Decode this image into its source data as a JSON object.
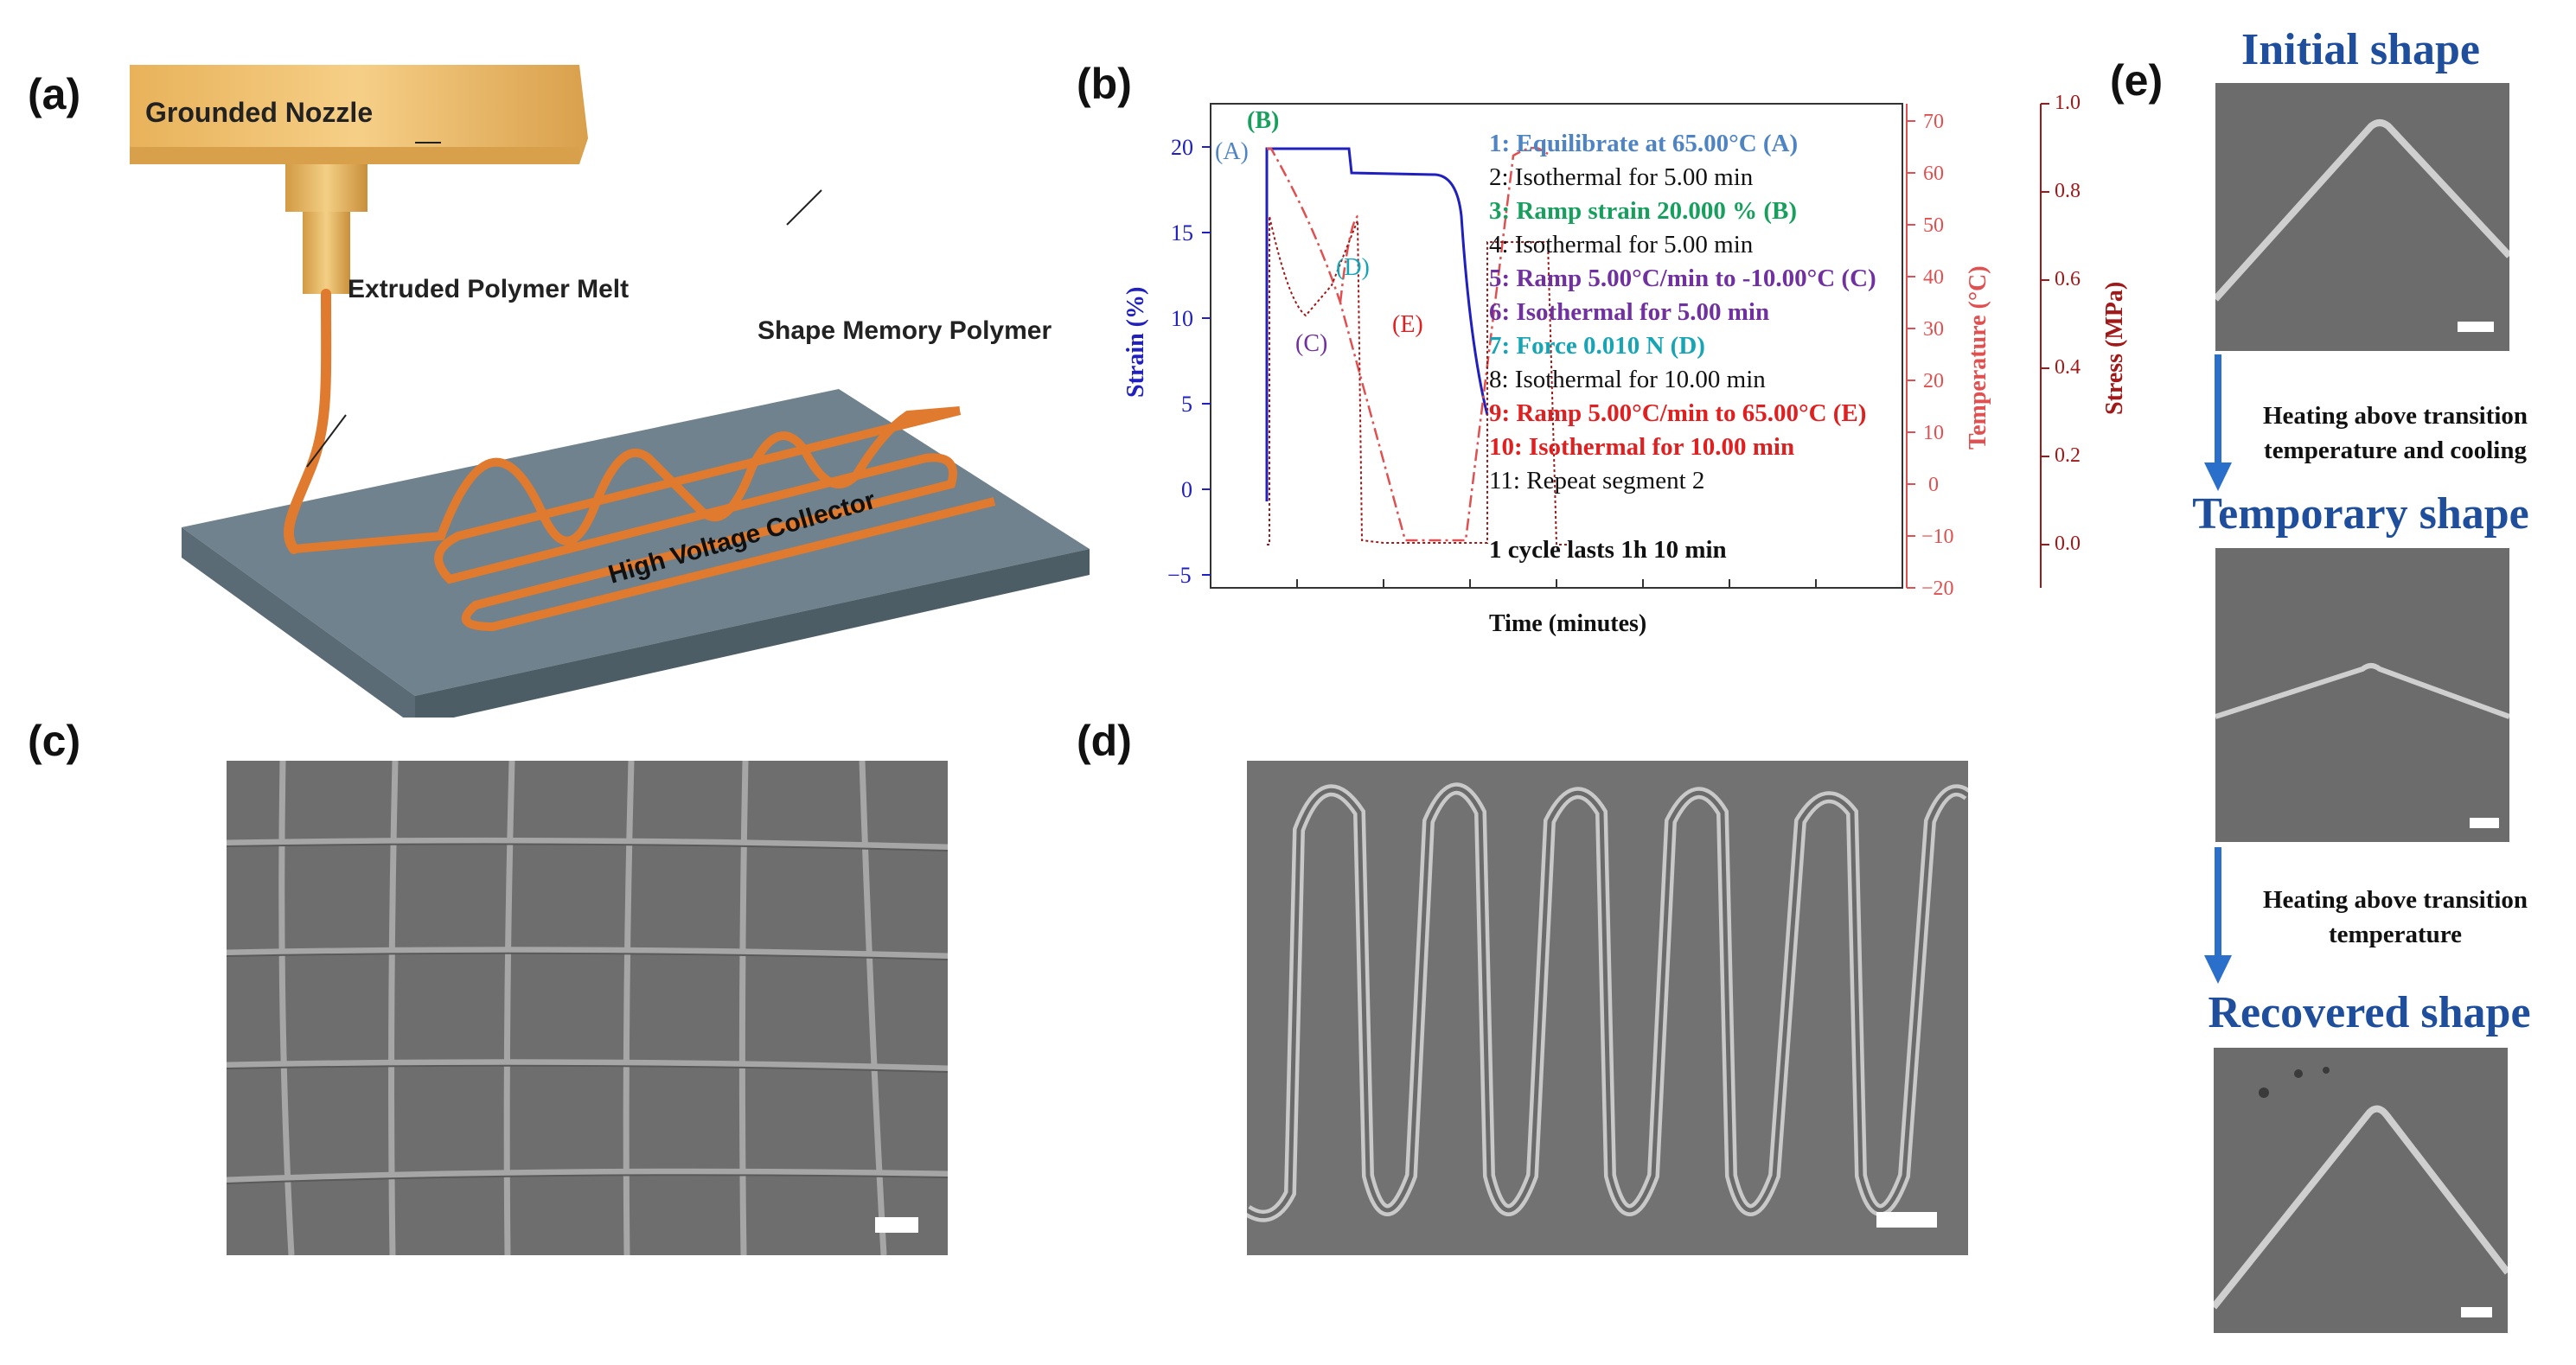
{
  "panels": {
    "a": {
      "label": "(a)",
      "nozzle_label": "Grounded Nozzle",
      "melt_label": "Extruded Polymer Melt",
      "smp_label": "Shape Memory Polymer",
      "collector_label": "High Voltage Collector"
    },
    "b": {
      "label": "(b)",
      "xlabel": "Time (minutes)",
      "ylabel_left": "Strain (%)",
      "ylabel_mid": "Temperature (°C)",
      "ylabel_right": "Stress (MPa)",
      "yticks_left": [
        "20",
        "15",
        "10",
        "5",
        "0",
        "−5"
      ],
      "yticks_mid": [
        "70",
        "60",
        "50",
        "40",
        "30",
        "20",
        "10",
        "0",
        "−10",
        "−20"
      ],
      "yticks_right": [
        "1.0",
        "0.8",
        "0.6",
        "0.4",
        "0.2",
        "0.0"
      ],
      "markers": {
        "A": "(A)",
        "B": "(B)",
        "C": "(C)",
        "D": "(D)",
        "E": "(E)"
      },
      "legend": [
        {
          "text": "1: Equilibrate at 65.00°C (A)",
          "color": "#4f84c4",
          "bold": true
        },
        {
          "text": "2: Isothermal for 5.00 min",
          "color": "#111111",
          "bold": false
        },
        {
          "text": "3: Ramp strain 20.000 % (B)",
          "color": "#17a05d",
          "bold": true
        },
        {
          "text": "4: Isothermal for 5.00 min",
          "color": "#111111",
          "bold": false
        },
        {
          "text": "5: Ramp 5.00°C/min to -10.00°C (C)",
          "color": "#7030a0",
          "bold": true
        },
        {
          "text": "6: Isothermal for 5.00 min",
          "color": "#7030a0",
          "bold": true
        },
        {
          "text": "7: Force 0.010 N (D)",
          "color": "#17a5b5",
          "bold": true
        },
        {
          "text": "8: Isothermal for 10.00 min",
          "color": "#111111",
          "bold": false
        },
        {
          "text": "9: Ramp 5.00°C/min to 65.00°C (E)",
          "color": "#e02020",
          "bold": true
        },
        {
          "text": "10: Isothermal for 10.00 min",
          "color": "#e02020",
          "bold": true
        },
        {
          "text": "11: Repeat segment 2",
          "color": "#111111",
          "bold": false
        }
      ],
      "cycle_note": "1 cycle lasts 1h 10 min",
      "colors": {
        "strain": "#2020c0",
        "temperature": "#e05050",
        "stress": "#a01818"
      }
    },
    "c": {
      "label": "(c)"
    },
    "d": {
      "label": "(d)"
    },
    "e": {
      "label": "(e)",
      "initial": "Initial shape",
      "step1_line1": "Heating above transition",
      "step1_line2": "temperature and cooling",
      "temporary": "Temporary shape",
      "step2_line1": "Heating above transition",
      "step2_line2": "temperature",
      "recovered": "Recovered shape",
      "arrow_color": "#2a6fc9"
    }
  }
}
